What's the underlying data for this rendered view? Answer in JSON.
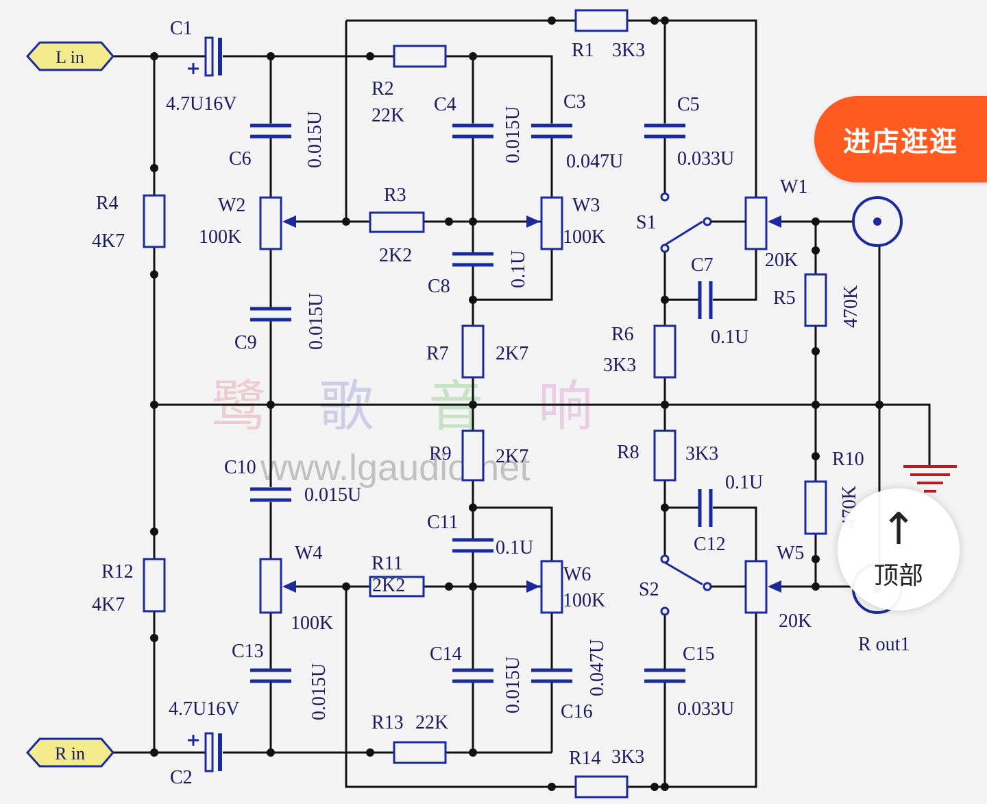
{
  "labels": {
    "lin": "L in",
    "rin": "R in",
    "rout": "R out1",
    "c1": "C1",
    "c1v": "4.7U16V",
    "c2": "C2",
    "c2v": "4.7U16V",
    "r1": "R1",
    "r1v": "3K3",
    "r2": "R2",
    "r2v": "22K",
    "r3": "R3",
    "r3v": "2K2",
    "r4": "R4",
    "r4v": "4K7",
    "r5": "R5",
    "r5v": "470K",
    "r6": "R6",
    "r6v": "3K3",
    "r7": "R7",
    "r7v": "2K7",
    "r8": "R8",
    "r8v": "3K3",
    "r9": "R9",
    "r9v": "2K7",
    "r10": "R10",
    "r10v": "470K",
    "r11": "R11",
    "r11v": "2K2",
    "r12": "R12",
    "r12v": "4K7",
    "r13": "R13",
    "r13v": "22K",
    "r14": "R14",
    "r14v": "3K3",
    "c3": "C3",
    "c3v": "0.047U",
    "c4": "C4",
    "c4v": "0.015U",
    "c5": "C5",
    "c5v": "0.033U",
    "c6": "C6",
    "c6v": "0.015U",
    "c7": "C7",
    "c7v": "0.1U",
    "c8": "C8",
    "c8v": "0.1U",
    "c9": "C9",
    "c9v": "0.015U",
    "c10": "C10",
    "c10v": "0.015U",
    "c11": "C11",
    "c11v": "0.1U",
    "c12": "C12",
    "c12v": "0.1U",
    "c13": "C13",
    "c13v": "0.015U",
    "c14": "C14",
    "c14v": "0.015U",
    "c15": "C15",
    "c15v": "0.033U",
    "c16": "C16",
    "c16v": "0.047U",
    "w1": "W1",
    "w1v": "20K",
    "w2": "W2",
    "w2v": "100K",
    "w3": "W3",
    "w3v": "100K",
    "w4": "W4",
    "w4v": "100K",
    "w5": "W5",
    "w5v": "20K",
    "w6": "W6",
    "w6v": "100K",
    "s1": "S1",
    "s2": "S2"
  },
  "watermark": {
    "site": "www.lgaudio.net",
    "c1": "鹭",
    "c2": "歌",
    "c3": "音",
    "c4": "响"
  },
  "ui": {
    "shop_label": "进店逛逛",
    "top_arrow": "↑",
    "top_label": "顶部"
  },
  "colors": {
    "wire": "#111111",
    "component": "#1a2a9a",
    "connector": "#f4ec8c",
    "ground": "#b02020",
    "shop": "#ff5a1f"
  }
}
